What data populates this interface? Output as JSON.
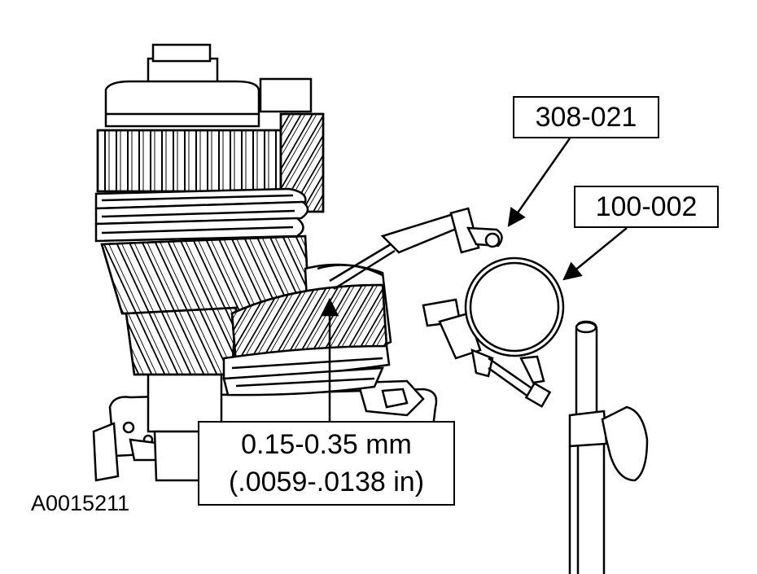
{
  "callouts": {
    "tool_1": "308-021",
    "tool_2": "100-002",
    "spec_mm": "0.15-0.35 mm",
    "spec_in": "(.0059-.0138 in)"
  },
  "figure_id": "A0015211"
}
